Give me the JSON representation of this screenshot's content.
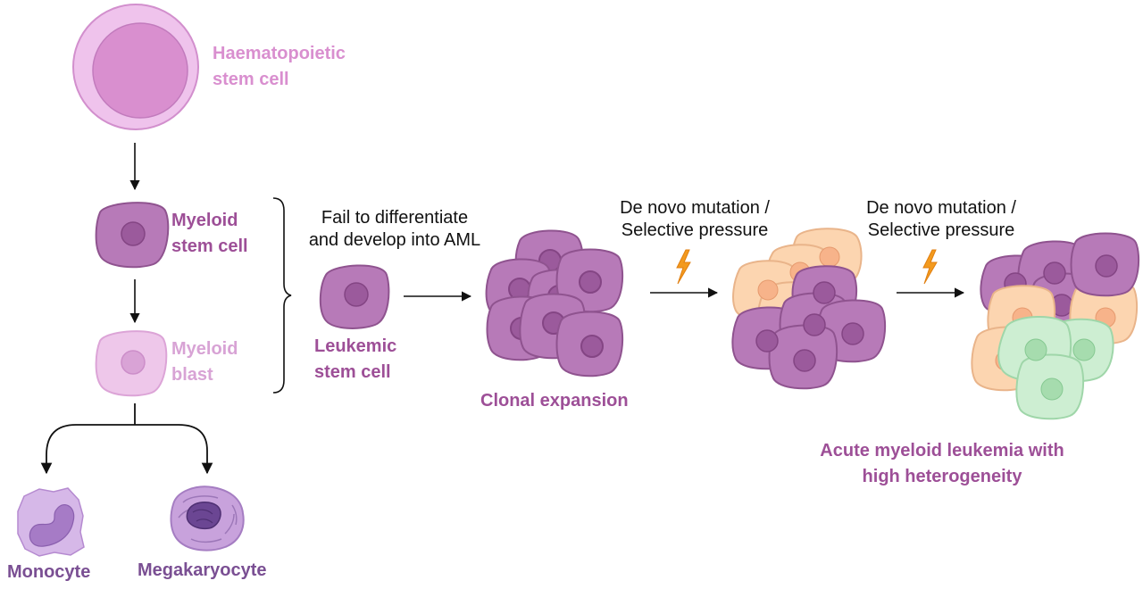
{
  "labels": {
    "hsc": [
      "Haematopoietic",
      "stem cell"
    ],
    "myeloid_stem": [
      "Myeloid",
      "stem cell"
    ],
    "myeloid_blast": [
      "Myeloid",
      "blast"
    ],
    "monocyte": "Monocyte",
    "megakaryocyte": "Megakaryocyte",
    "fail": [
      "Fail to differentiate",
      "and develop into AML"
    ],
    "lsc": [
      "Leukemic",
      "stem cell"
    ],
    "clonal": "Clonal expansion",
    "denovo1": [
      "De novo mutation /",
      "Selective pressure"
    ],
    "denovo2": [
      "De novo mutation /",
      "Selective pressure"
    ],
    "aml": [
      "Acute myeloid leukemia with",
      "high heterogeneity"
    ]
  },
  "colors": {
    "hsc_outer": "#efc3ec",
    "hsc_inner": "#d98fcf",
    "purple_cell": "#b77ab8",
    "purple_nucleus": "#9b5a9c",
    "blast_cell": "#eec7ea",
    "blast_nucleus": "#d9a3d6",
    "orange_cell": "#fcd5b0",
    "orange_nucleus": "#f7b38a",
    "green_cell": "#cdeed2",
    "green_nucleus": "#a6dcae",
    "bolt": "#f39a1e",
    "arrow": "#111111"
  },
  "icons": [
    "lightning-icon",
    "arrow-icon",
    "brace-icon"
  ]
}
